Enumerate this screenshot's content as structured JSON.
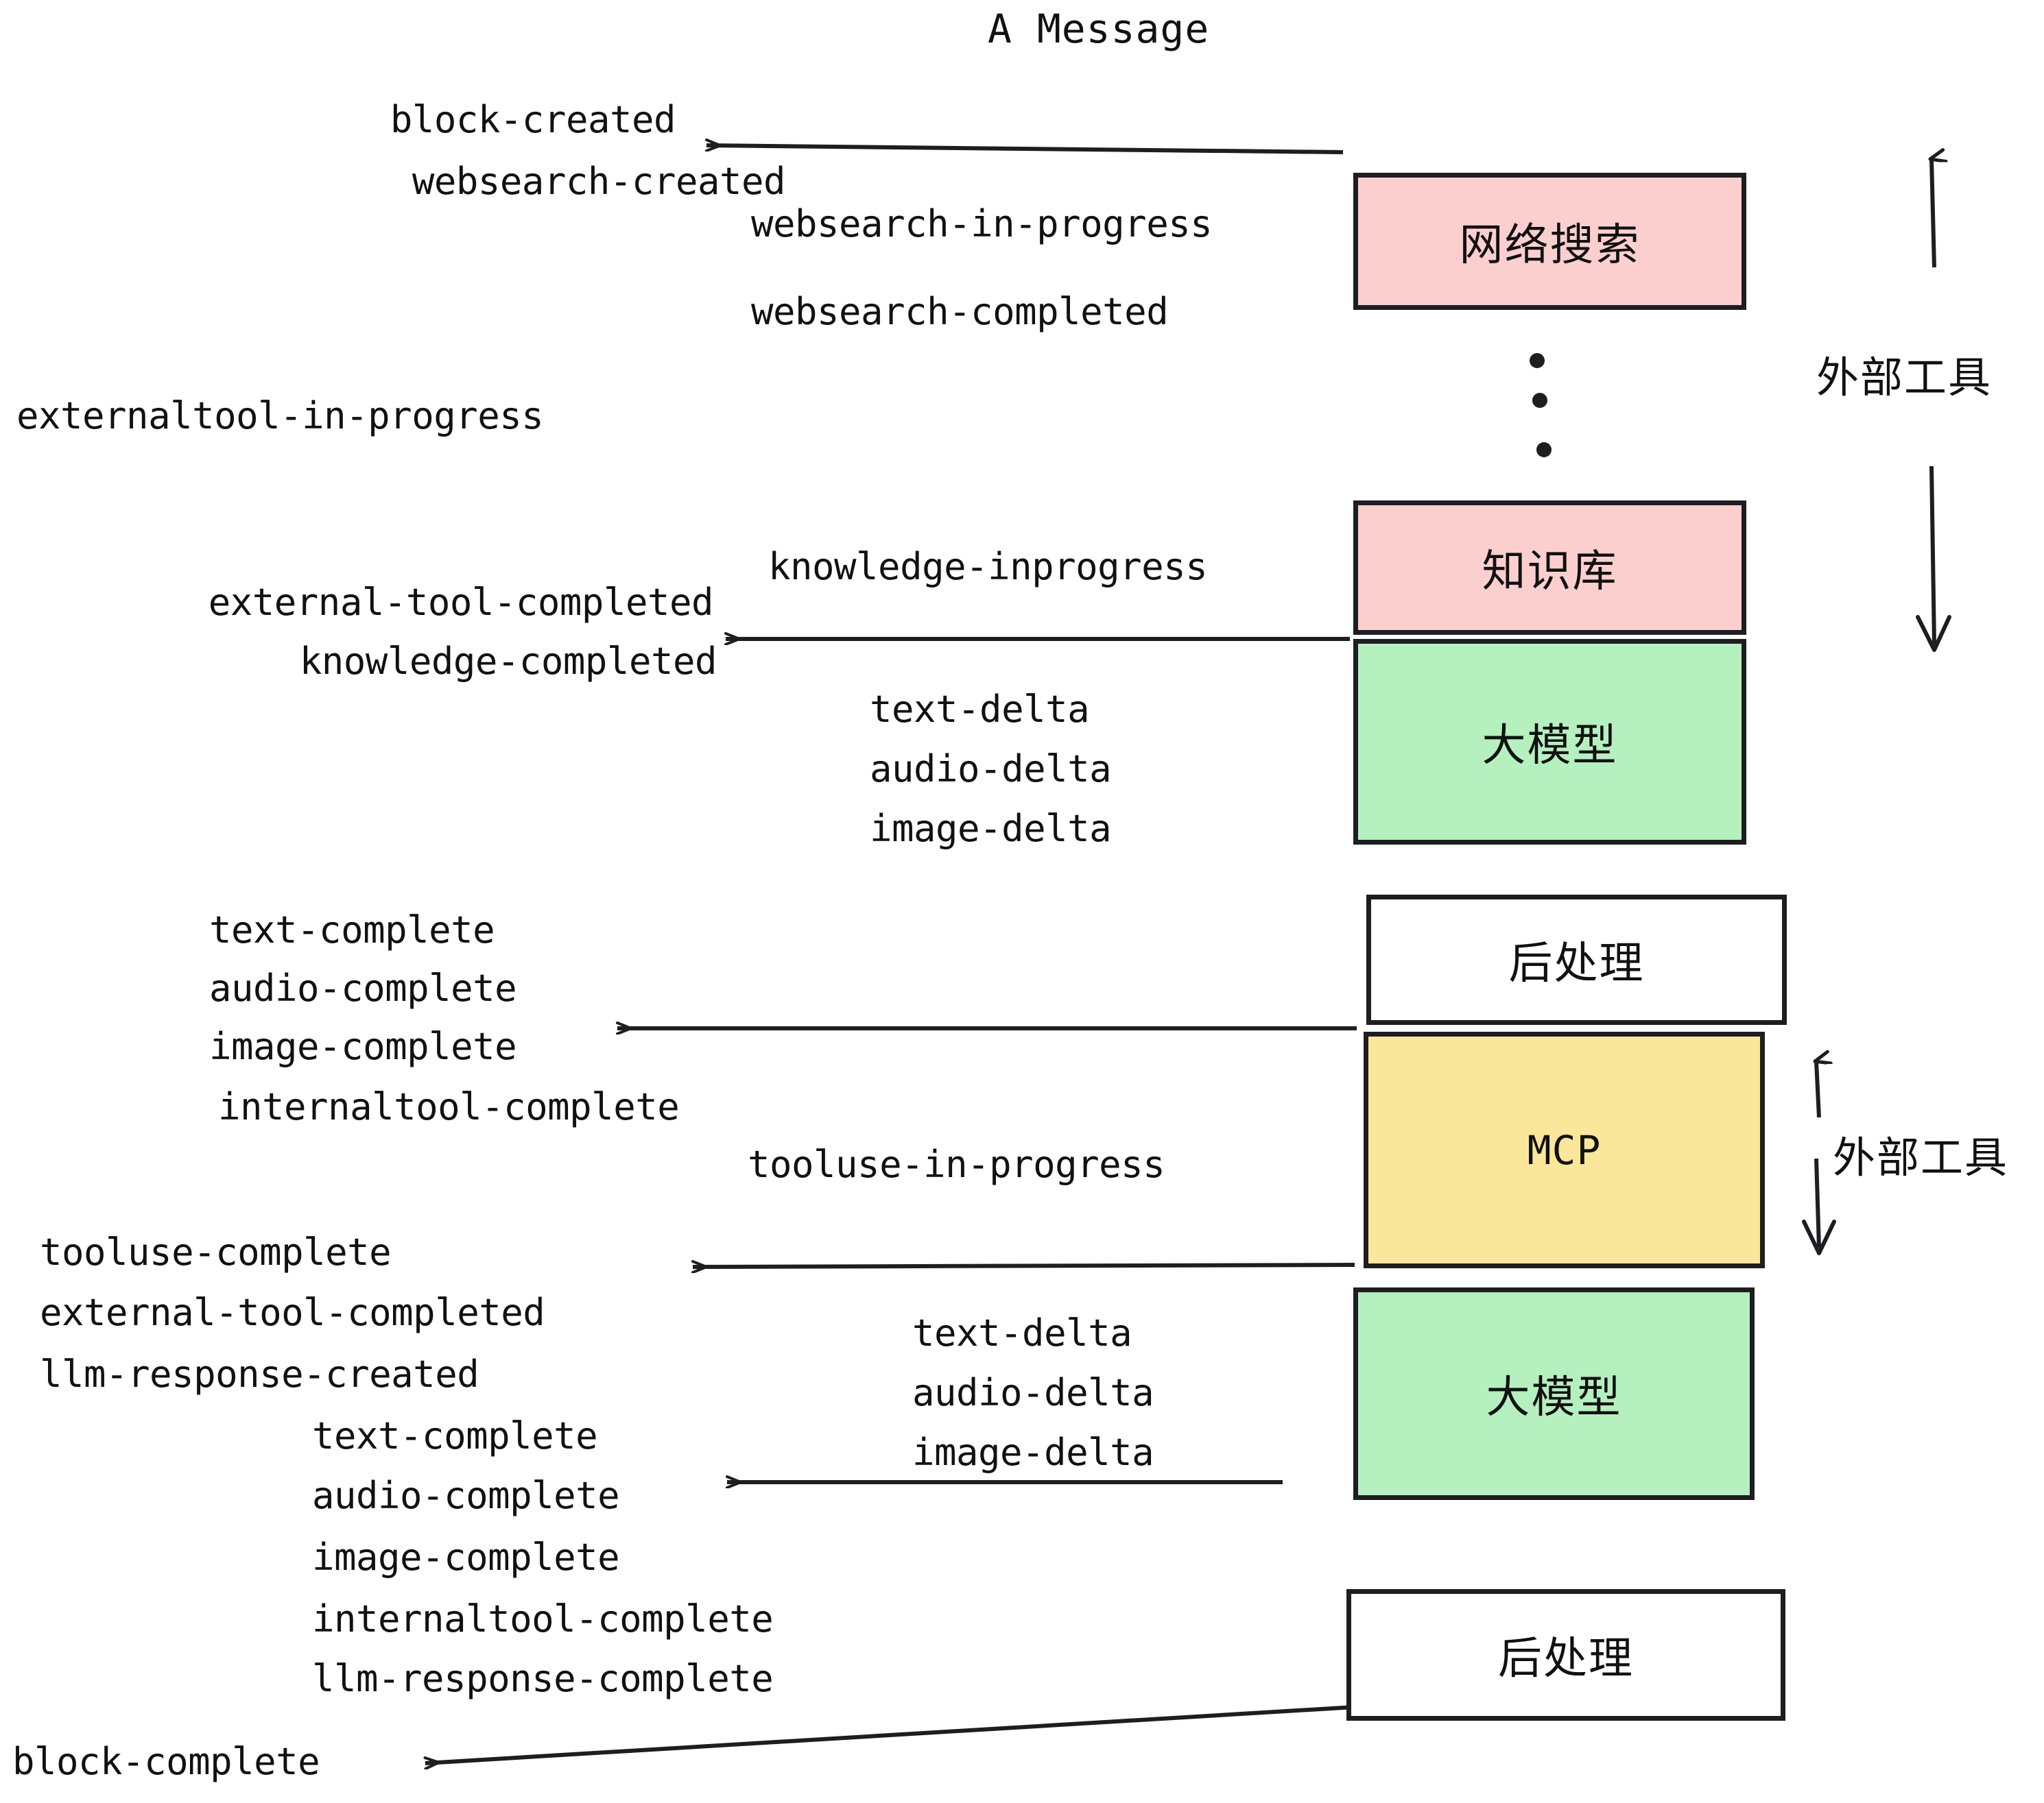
{
  "title": "A Message",
  "colors": {
    "pink": "#fccfcf",
    "green": "#b5f0bf",
    "yellow": "#fbe79a",
    "white": "#ffffff",
    "stroke": "#1d1d22",
    "text": "#111111",
    "background": "#ffffff"
  },
  "boxes": [
    {
      "id": "web-search",
      "label": "网络搜索",
      "fill": "pink",
      "script": "cjk"
    },
    {
      "id": "knowledge-base",
      "label": "知识库",
      "fill": "pink",
      "script": "cjk"
    },
    {
      "id": "llm-1",
      "label": "大模型",
      "fill": "green",
      "script": "cjk"
    },
    {
      "id": "post-process-1",
      "label": "后处理",
      "fill": "white",
      "script": "cjk"
    },
    {
      "id": "mcp",
      "label": "MCP",
      "fill": "yellow",
      "script": "lat"
    },
    {
      "id": "llm-2",
      "label": "大模型",
      "fill": "green",
      "script": "cjk"
    },
    {
      "id": "post-process-2",
      "label": "后处理",
      "fill": "white",
      "script": "cjk"
    }
  ],
  "side_labels": [
    {
      "id": "external-tool-top",
      "text": "外部工具"
    },
    {
      "id": "external-tool-bottom",
      "text": "外部工具"
    }
  ],
  "events": [
    {
      "id": "block-created",
      "text": "block-created"
    },
    {
      "id": "websearch-created",
      "text": "websearch-created"
    },
    {
      "id": "websearch-in-progress",
      "text": "websearch-in-progress"
    },
    {
      "id": "websearch-completed",
      "text": "websearch-completed"
    },
    {
      "id": "externaltool-in-progress",
      "text": "externaltool-in-progress"
    },
    {
      "id": "knowledge-inprogress",
      "text": "knowledge-inprogress"
    },
    {
      "id": "external-tool-completed-1",
      "text": "external-tool-completed"
    },
    {
      "id": "knowledge-completed",
      "text": "knowledge-completed"
    },
    {
      "id": "text-delta-1",
      "text": "text-delta"
    },
    {
      "id": "audio-delta-1",
      "text": "audio-delta"
    },
    {
      "id": "image-delta-1",
      "text": "image-delta"
    },
    {
      "id": "text-complete-1",
      "text": "text-complete"
    },
    {
      "id": "audio-complete-1",
      "text": "audio-complete"
    },
    {
      "id": "image-complete-1",
      "text": "image-complete"
    },
    {
      "id": "internaltool-complete-1",
      "text": "internaltool-complete"
    },
    {
      "id": "tooluse-in-progress",
      "text": "tooluse-in-progress"
    },
    {
      "id": "tooluse-complete",
      "text": "tooluse-complete"
    },
    {
      "id": "external-tool-completed-2",
      "text": "external-tool-completed"
    },
    {
      "id": "llm-response-created",
      "text": "llm-response-created"
    },
    {
      "id": "text-delta-2",
      "text": "text-delta"
    },
    {
      "id": "audio-delta-2",
      "text": "audio-delta"
    },
    {
      "id": "image-delta-2",
      "text": "image-delta"
    },
    {
      "id": "text-complete-2",
      "text": "text-complete"
    },
    {
      "id": "audio-complete-2",
      "text": "audio-complete"
    },
    {
      "id": "image-complete-2",
      "text": "image-complete"
    },
    {
      "id": "internaltool-complete-2",
      "text": "internaltool-complete"
    },
    {
      "id": "llm-response-complete",
      "text": "llm-response-complete"
    },
    {
      "id": "block-complete",
      "text": "block-complete"
    }
  ]
}
